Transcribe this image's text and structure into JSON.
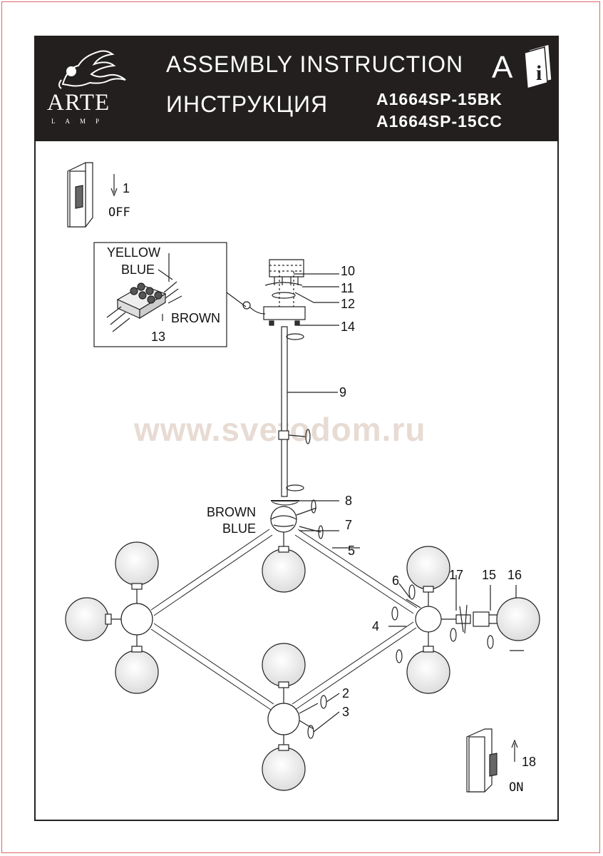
{
  "header": {
    "brand": "ARTE",
    "brand_sub": "LAMP",
    "title_en": "ASSEMBLY INSTRUCTION",
    "title_ru": "ИНСТРУКЦИЯ",
    "model_1": "A1664SP-15BK",
    "model_2": "A1664SP-15CC",
    "a_letter": "A",
    "info_letter": "i"
  },
  "steps": {
    "off_num": "1",
    "off_label": "OFF",
    "on_num": "18",
    "on_label": "ON"
  },
  "wiring": {
    "yellow": "YELLOW",
    "blue": "BLUE",
    "brown": "BROWN",
    "num": "13"
  },
  "parts": {
    "p2": "2",
    "p3": "3",
    "p4": "4",
    "p5": "5",
    "p6": "6",
    "p7": "7",
    "p8": "8",
    "p9": "9",
    "p10": "10",
    "p11": "11",
    "p12": "12",
    "p14": "14",
    "p15": "15",
    "p16": "16",
    "p17": "17",
    "brown": "BROWN",
    "blue": "BLUE"
  },
  "watermark": "www.svetodom.ru"
}
